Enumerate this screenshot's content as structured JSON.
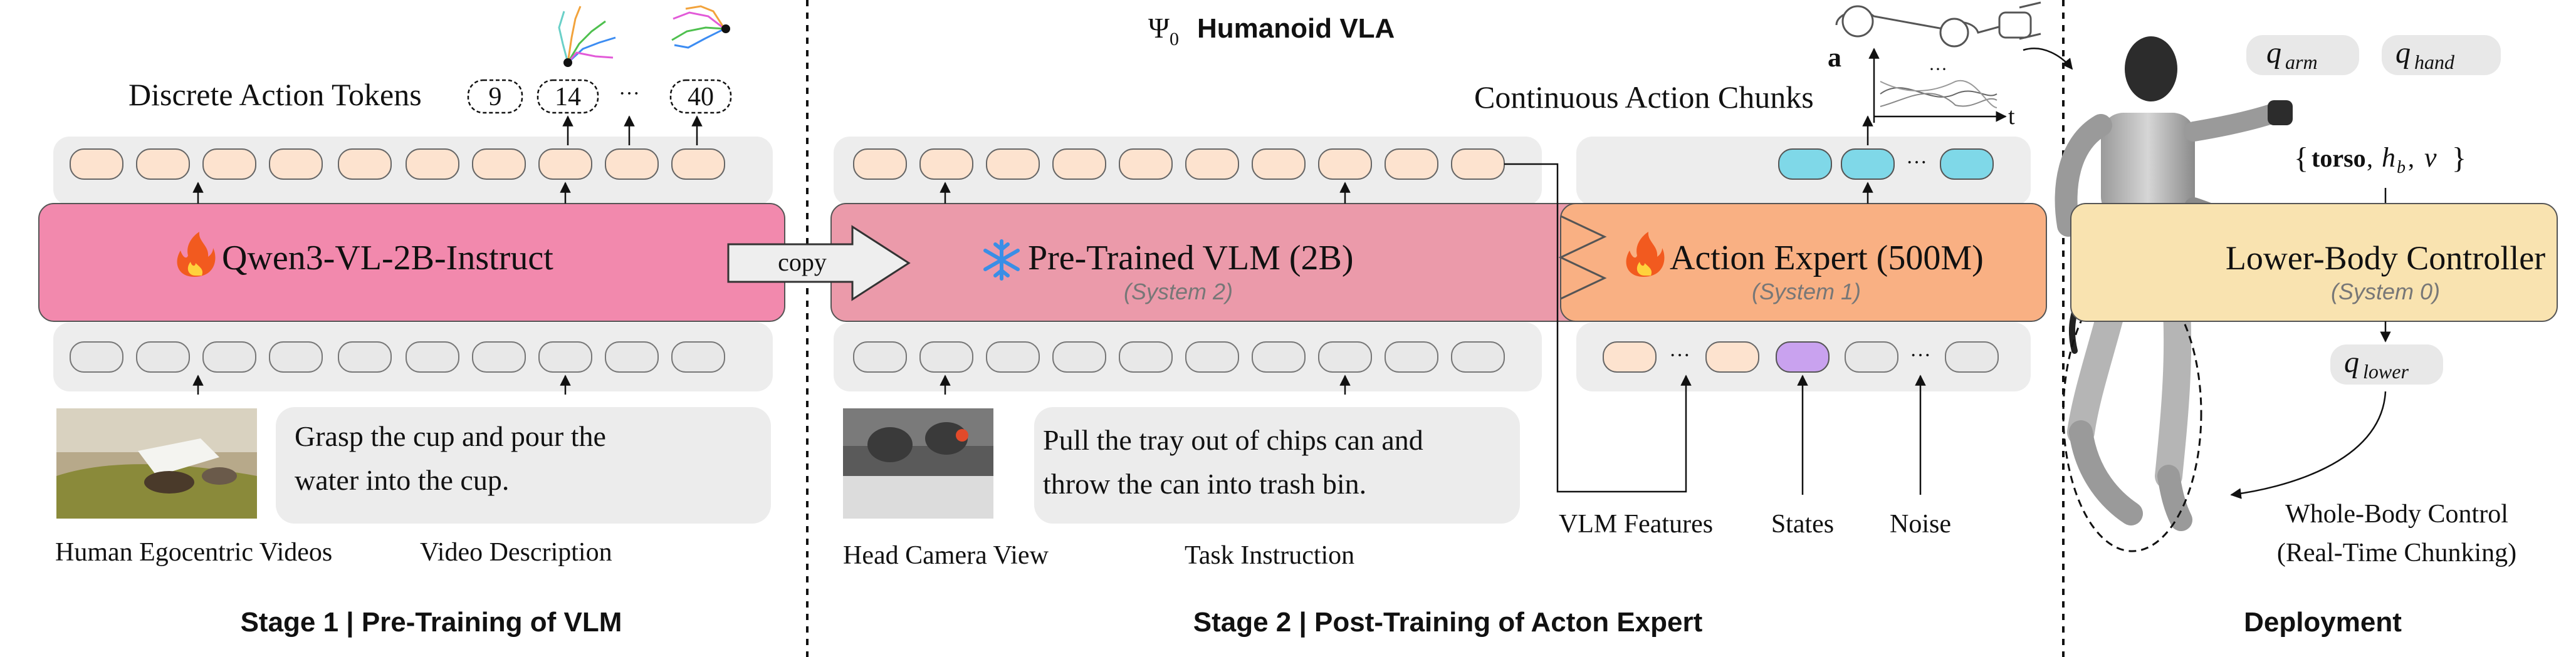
{
  "header": {
    "psi_symbol": "Ψ",
    "psi_subscript": "0",
    "title": "Humanoid VLA"
  },
  "stage1": {
    "discrete_label": "Discrete Action Tokens",
    "tokens": [
      "9",
      "14",
      "···",
      "40"
    ],
    "model_icon": "fire-icon",
    "model_name": "Qwen3-VL-2B-Instruct",
    "input_video_label": "Human Egocentric Videos",
    "input_desc_label": "Video Description",
    "description_text_line1": "Grasp the cup and pour the",
    "description_text_line2": "water into the cup.",
    "caption": "Stage 1 | Pre-Training of VLM"
  },
  "copy_label": "copy",
  "stage2": {
    "vlm_icon": "snowflake-icon",
    "vlm_name": "Pre-Trained VLM (2B)",
    "vlm_system": "(System 2)",
    "expert_icon": "fire-icon",
    "expert_name": "Action Expert (500M)",
    "expert_system": "(System 1)",
    "continuous_label": "Continuous Action Chunks",
    "axis_a": "a",
    "axis_t": "t",
    "ellipsis": "···",
    "camera_label": "Head Camera View",
    "task_label": "Task Instruction",
    "instruction_line1": "Pull the tray out of chips can and",
    "instruction_line2": "throw the can into trash bin.",
    "vlm_features_label": "VLM Features",
    "states_label": "States",
    "noise_label": "Noise",
    "caption": "Stage 2 | Post-Training of Acton Expert"
  },
  "deployment": {
    "q_arm": "q",
    "q_arm_sub": "arm",
    "q_hand": "q",
    "q_hand_sub": "hand",
    "cmd_open": "{",
    "cmd_torso": "torso",
    "cmd_h": "h",
    "cmd_h_sub": "b",
    "cmd_v": "v",
    "cmd_close": "}",
    "controller_name": "Lower-Body Controller",
    "controller_system": "(System 0)",
    "q_lower": "q",
    "q_lower_sub": "lower",
    "wbc_line1": "Whole-Body Control",
    "wbc_line2": "(Real-Time Chunking)",
    "caption": "Deployment"
  },
  "colors": {
    "qwen_box": "#f289ad",
    "vlm_box": "#eb9aaa",
    "expert_box": "#f9b083",
    "controller_box": "#f9e3b0",
    "token_peach": "#fde3cf",
    "token_gray": "#e8e8e8",
    "token_cyan": "#7fd8e8",
    "token_purple": "#c9a2ef",
    "panel_gray": "#ededed"
  }
}
